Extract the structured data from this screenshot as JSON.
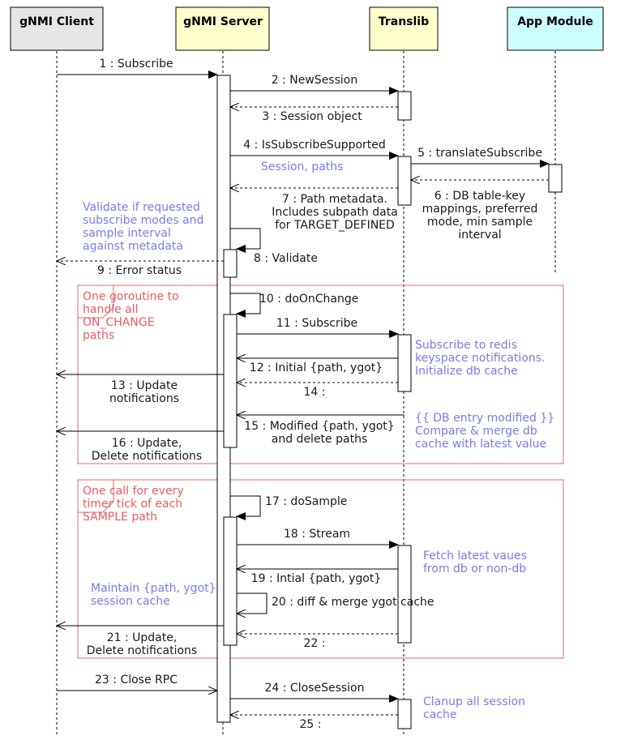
{
  "colors": {
    "client_fill": "#e6e6e6",
    "server_fill": "#ffffcc",
    "translib_fill": "#ffffcc",
    "app_fill": "#ccffff",
    "stroke": "#000000",
    "note_blue": "#7a7af0",
    "note_red": "#ee5a5a",
    "frame_red": "#ee6666"
  },
  "participants": [
    {
      "id": "client",
      "label": "gNMI Client"
    },
    {
      "id": "server",
      "label": "gNMI Server"
    },
    {
      "id": "translib",
      "label": "Translib"
    },
    {
      "id": "app",
      "label": "App Module"
    }
  ],
  "messages": [
    {
      "id": "m1",
      "lines": [
        "1 : Subscribe"
      ]
    },
    {
      "id": "m2",
      "lines": [
        "2 : NewSession"
      ]
    },
    {
      "id": "m3",
      "lines": [
        "3 : Session object"
      ]
    },
    {
      "id": "m4",
      "lines": [
        "4 : IsSubscribeSupported"
      ]
    },
    {
      "id": "m5",
      "lines": [
        "5 : translateSubscribe"
      ]
    },
    {
      "id": "m6",
      "lines": [
        "6 : DB table-key",
        "mappings, preferred",
        "mode, min sample",
        "interval"
      ]
    },
    {
      "id": "m7",
      "lines": [
        "7 : Path metadata.",
        "Includes subpath data",
        "for TARGET_DEFINED"
      ]
    },
    {
      "id": "m8",
      "lines": [
        "8 : Validate"
      ]
    },
    {
      "id": "m9",
      "lines": [
        "9 : Error status"
      ]
    },
    {
      "id": "m10",
      "lines": [
        "10 : doOnChange"
      ]
    },
    {
      "id": "m11",
      "lines": [
        "11 : Subscribe"
      ]
    },
    {
      "id": "m12",
      "lines": [
        "12 : Initial {path, ygot}"
      ]
    },
    {
      "id": "m13",
      "lines": [
        "13 : Update",
        "notifications"
      ]
    },
    {
      "id": "m14",
      "lines": [
        "14 :"
      ]
    },
    {
      "id": "m15",
      "lines": [
        "15 : Modified {path, ygot}",
        "and delete paths"
      ]
    },
    {
      "id": "m16",
      "lines": [
        "16 : Update,",
        "Delete notifications"
      ]
    },
    {
      "id": "m17",
      "lines": [
        "17 : doSample"
      ]
    },
    {
      "id": "m18",
      "lines": [
        "18 : Stream"
      ]
    },
    {
      "id": "m19",
      "lines": [
        "19 : Intial {path, ygot}"
      ]
    },
    {
      "id": "m20",
      "lines": [
        "20 : diff & merge ygot cache"
      ]
    },
    {
      "id": "m21",
      "lines": [
        "21 : Update,",
        "Delete notifications"
      ]
    },
    {
      "id": "m22",
      "lines": [
        "22 :"
      ]
    },
    {
      "id": "m23",
      "lines": [
        "23 : Close RPC"
      ]
    },
    {
      "id": "m24",
      "lines": [
        "24 : CloseSession"
      ]
    },
    {
      "id": "m25",
      "lines": [
        "25 :"
      ]
    }
  ],
  "notes": [
    {
      "id": "n-session-paths",
      "color": "blue",
      "lines": [
        "Session, paths"
      ]
    },
    {
      "id": "n-validate",
      "color": "blue",
      "lines": [
        "Validate if requested",
        "subscribe modes and",
        "sample interval",
        "against metadata"
      ]
    },
    {
      "id": "n-goroutine",
      "color": "red",
      "lines": [
        "One goroutine to",
        "handle all",
        "ON_CHANGE",
        "paths"
      ]
    },
    {
      "id": "n-redis",
      "color": "blue",
      "lines": [
        "Subscribe to redis",
        "keyspace notifications.",
        "Initialize db cache"
      ]
    },
    {
      "id": "n-modified",
      "color": "blue",
      "lines": [
        "{{ DB entry modified }}",
        "Compare & merge db",
        "cache with latest value"
      ]
    },
    {
      "id": "n-onecall",
      "color": "red",
      "lines": [
        "One call for every",
        "timer tick of each",
        "SAMPLE path"
      ]
    },
    {
      "id": "n-fetch",
      "color": "blue",
      "lines": [
        "Fetch latest vaues",
        "from db or non-db"
      ]
    },
    {
      "id": "n-maintain",
      "color": "blue",
      "lines": [
        "Maintain {path, ygot}",
        "session cache"
      ]
    },
    {
      "id": "n-cleanup",
      "color": "blue",
      "lines": [
        "Clanup all session",
        "cache"
      ]
    }
  ]
}
